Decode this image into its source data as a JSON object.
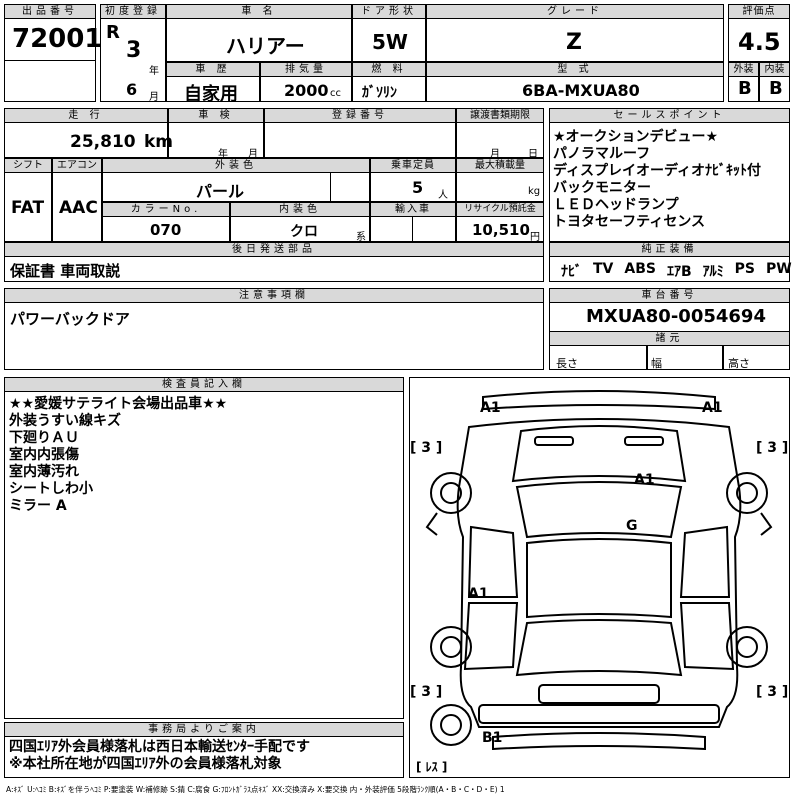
{
  "header": {
    "lot_label": "出品番号",
    "lot_number": "72001",
    "first_reg_label": "初度登録",
    "era": "R",
    "year": "3",
    "year_unit": "年",
    "month": "6",
    "month_unit": "月",
    "car_name_label": "車 名",
    "car_name": "ハリアー",
    "door_label": "ドア形状",
    "door": "5W",
    "grade_label": "グレード",
    "grade": "Z",
    "score_label": "評価点",
    "score": "4.5",
    "history_label": "車 歴",
    "history": "自家用",
    "displacement_label": "排気量",
    "displacement": "2000",
    "displacement_unit": "cc",
    "fuel_label": "燃 料",
    "fuel": "ｶﾞｿﾘﾝ",
    "model_label": "型 式",
    "model": "6BA-MXUA80",
    "exterior_label": "外装",
    "exterior_grade": "B",
    "interior_label": "内装",
    "interior_grade": "B"
  },
  "specs": {
    "mileage_label": "走 行",
    "mileage": "25,810",
    "mileage_unit": "km",
    "inspection_label": "車 検",
    "insp_year_unit": "年",
    "insp_month_unit": "月",
    "reg_no_label": "登録番号",
    "transfer_label": "譲渡書類期限",
    "transfer_month_unit": "月",
    "transfer_day_unit": "日",
    "shift_label": "シフト",
    "shift": "FAT",
    "ac_label": "エアコン",
    "ac": "AAC",
    "ext_color_label": "外装色",
    "ext_color": "パール",
    "capacity_label": "乗車定員",
    "capacity": "5",
    "capacity_unit": "人",
    "max_load_label": "最大積載量",
    "max_load_unit": "kg",
    "color_no_label": "カラーNo.",
    "color_no": "070",
    "int_color_label": "内装色",
    "int_color": "クロ",
    "int_color_unit": "系",
    "import_label": "輸入車",
    "recycle_label": "リサイクル預託金",
    "recycle": "10,510",
    "recycle_unit": "円"
  },
  "sales_points": {
    "title": "セールスポイント",
    "items": [
      "★オークションデビュー★",
      "パノラマルーフ",
      "ディスプレイオーディオﾅﾋﾞｷｯﾄ付",
      "バックモニター",
      "ＬＥＤヘッドランプ",
      "トヨタセーフティセンス"
    ]
  },
  "later_parts": {
    "title": "後日発送部品",
    "value": "保証書 車両取説"
  },
  "equipment": {
    "title": "純正装備",
    "items": [
      "ﾅﾋﾞ",
      "TV",
      "ABS",
      "ｴｱB",
      "ｱﾙﾐ",
      "PS",
      "PW"
    ]
  },
  "notes": {
    "title": "注意事項欄",
    "value": "パワーバックドア"
  },
  "chassis": {
    "title": "車台番号",
    "value": "MXUA80-0054694",
    "dims_title": "諸元",
    "length_label": "長さ",
    "width_label": "幅",
    "height_label": "高さ"
  },
  "inspector": {
    "title": "検査員記入欄",
    "lines": [
      "★★愛媛サテライト会場出品車★★",
      "外装うすい線キズ",
      "下廻りＡＵ",
      "室内内張傷",
      "室内薄汚れ",
      "シートしわ小",
      "ミラー A"
    ]
  },
  "office": {
    "title": "事務局よりご案内",
    "lines": [
      "四国ｴﾘｱ外会員様落札は西日本輸送ｾﾝﾀｰ手配です",
      "※本社所在地が四国ｴﾘｱ外の会員様落札対象"
    ]
  },
  "diagram": {
    "marks": {
      "front_left": "A1",
      "front_right": "A1",
      "hood": "A1",
      "windshield": "G",
      "left_door": "A1",
      "rear_bumper": "B1",
      "tire_fl": "[ 3 ]",
      "tire_fr": "[ 3 ]",
      "tire_rl": "[ 3 ]",
      "tire_rr": "[ 3 ]",
      "spare": "[ ﾚｽ ]"
    }
  },
  "legend": "A:ｷｽﾞ U:ﾍｺﾐ B:ｷｽﾞを伴うﾍｺﾐ P:要塗装 W:補修跡 S:錆 C:腐食 G:ﾌﾛﾝﾄｶﾞﾗｽ点ｷｽﾞ XX:交換済み X:要交換 内・外装評価 5段階ﾗﾝｸ順(A・B・C・D・E) 1"
}
